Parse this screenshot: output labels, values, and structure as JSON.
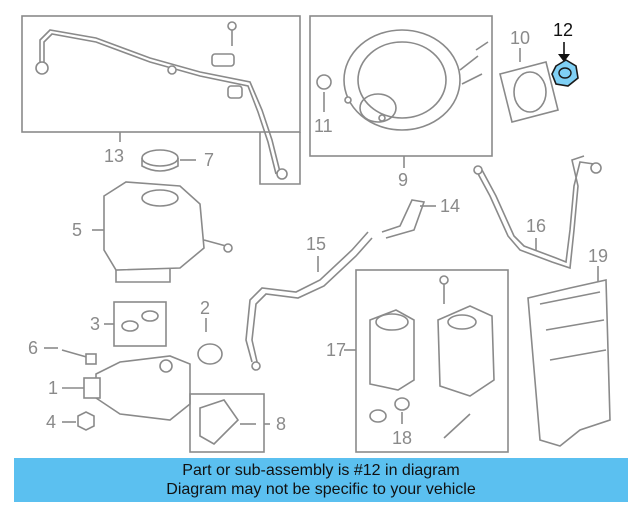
{
  "colors": {
    "banner_background": "#5bc0f0",
    "highlight_fill": "#7fd0f5",
    "line_gray": "#8a8a8a"
  },
  "labels": {
    "l1": "1",
    "l2": "2",
    "l3": "3",
    "l4": "4",
    "l5": "5",
    "l6": "6",
    "l7": "7",
    "l8": "8",
    "l9": "9",
    "l10": "10",
    "l11": "11",
    "l12": "12",
    "l13": "13",
    "l14": "14",
    "l15": "15",
    "l16": "16",
    "l17": "17",
    "l18": "18",
    "l19": "19"
  },
  "highlighted_part": "12",
  "banner": {
    "line1": "Part or sub-assembly is #12 in diagram",
    "line2": "Diagram may not be specific to your vehicle"
  }
}
